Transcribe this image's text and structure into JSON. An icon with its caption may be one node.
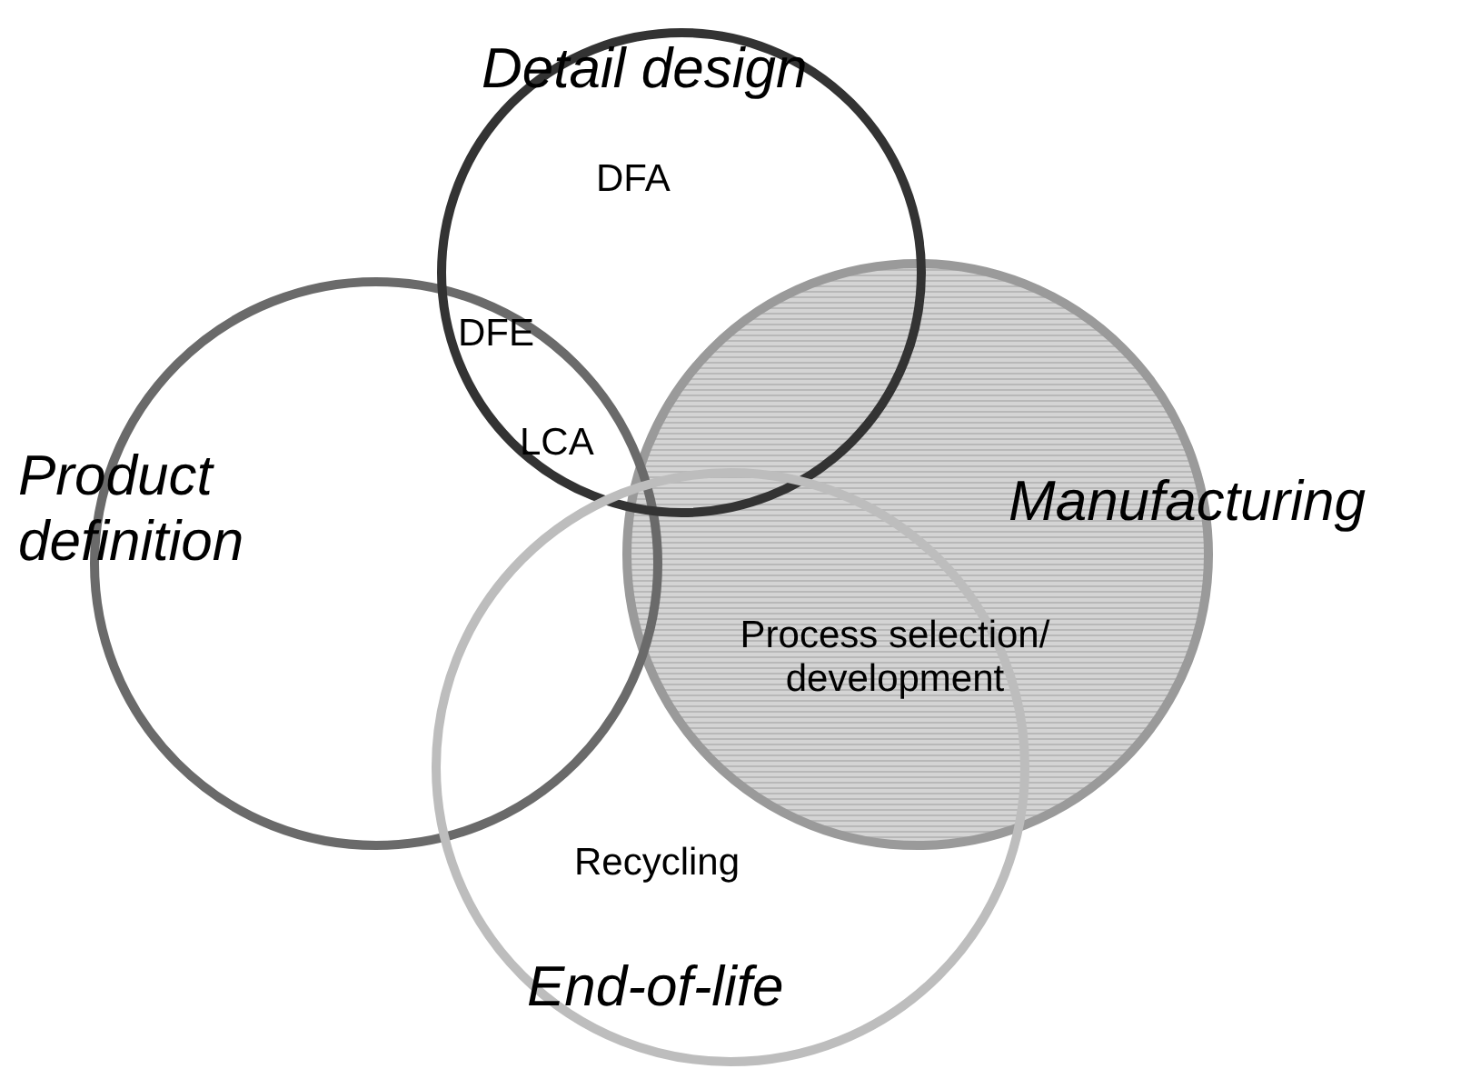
{
  "diagram": {
    "nodes": [
      {
        "text": [
          "Detail design",
          "DFA"
        ]
      },
      {
        "text": [
          "Product definition"
        ]
      },
      {
        "text": [
          "Manufacturing"
        ]
      },
      {
        "text": [
          "Recycling",
          "End-of-life"
        ]
      }
    ],
    "labels": [
      "DFE",
      "LCA",
      "Process selection/ development"
    ]
  }
}
